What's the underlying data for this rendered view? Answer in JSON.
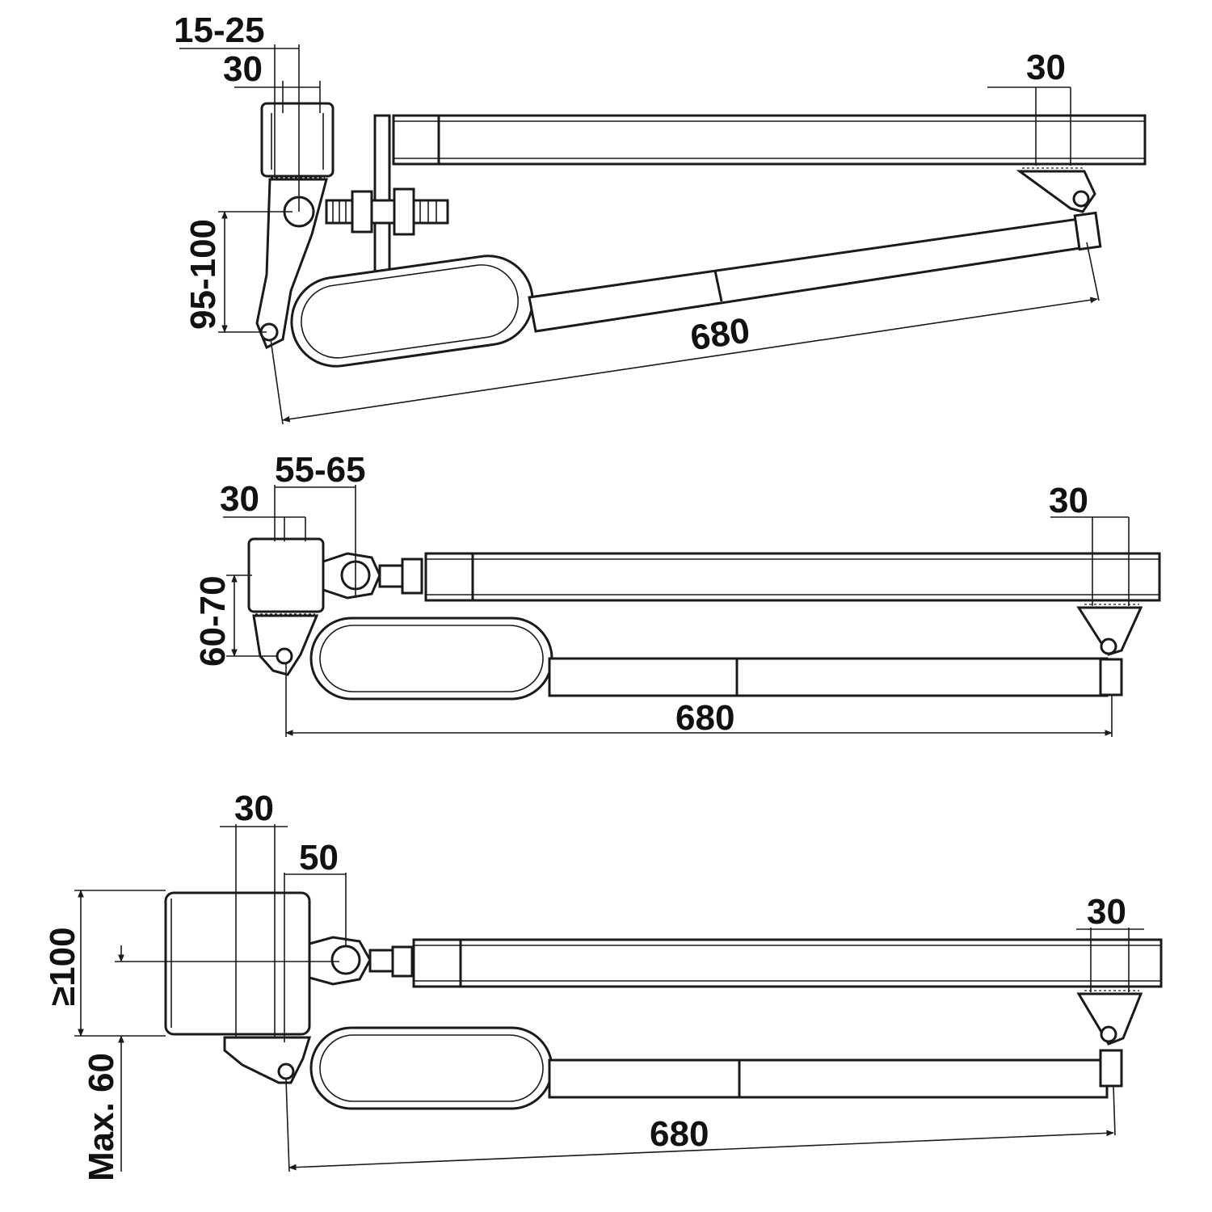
{
  "colors": {
    "line": "#1a1a1a",
    "background": "#ffffff"
  },
  "views": [
    {
      "name": "view-top",
      "dims": {
        "d1": "15-25",
        "d2": "30",
        "d3": "30",
        "d4": "95-100",
        "d5": "680"
      }
    },
    {
      "name": "view-middle",
      "dims": {
        "d1": "55-65",
        "d2": "30",
        "d3": "30",
        "d4": "60-70",
        "d5": "680"
      }
    },
    {
      "name": "view-bottom",
      "dims": {
        "d1": "30",
        "d2": "50",
        "d3": "30",
        "d4": "≥100",
        "d5": "Max. 60",
        "d6": "680"
      }
    }
  ]
}
